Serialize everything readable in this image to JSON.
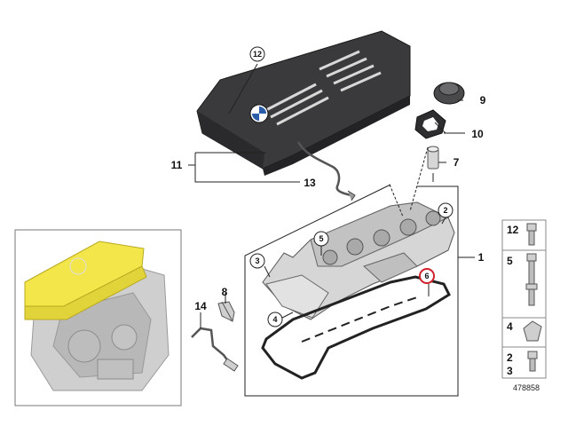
{
  "diagram": {
    "id": "478858",
    "callouts": {
      "c1": "1",
      "c2": "2",
      "c3": "3",
      "c4": "4",
      "c5": "5",
      "c6": "6",
      "c7": "7",
      "c8": "8",
      "c9": "9",
      "c10": "10",
      "c11": "11",
      "c12": "12",
      "c13": "13",
      "c14": "14"
    },
    "legend": [
      "12",
      "5",
      "4",
      "2",
      "3"
    ],
    "colors": {
      "highlight": "#f2e64a",
      "highlight_callout": "#d0202a",
      "cover": "#3a3a3c",
      "engine_gray": "#c8c8c8",
      "line": "#222222"
    }
  }
}
